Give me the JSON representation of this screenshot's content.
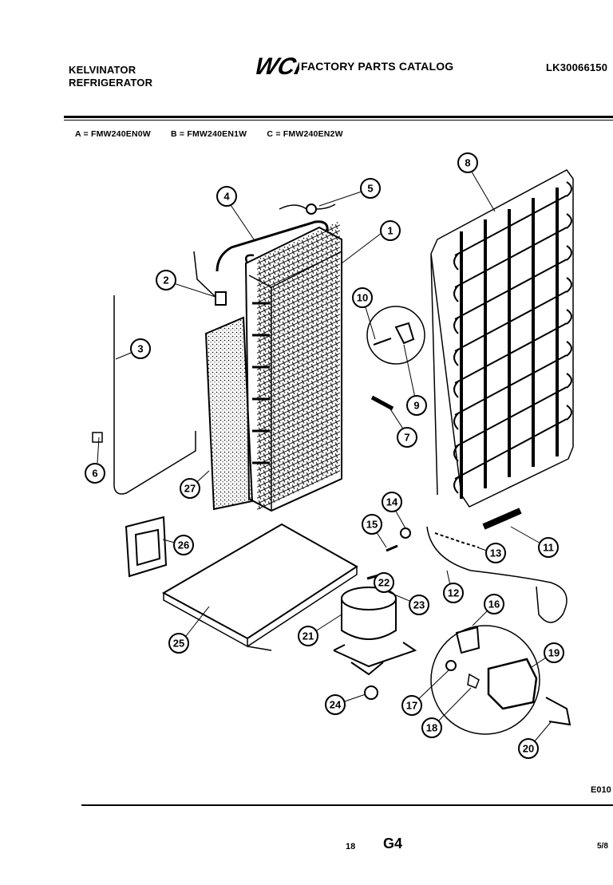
{
  "header": {
    "brand_line1": "KELVINATOR",
    "brand_line2": "REFRIGERATOR",
    "catalog_title": "FACTORY PARTS CATALOG",
    "part_number": "LK30066150",
    "logo_text": "WCI"
  },
  "variants": [
    {
      "label": "A = FMW240EN0W"
    },
    {
      "label": "B = FMW240EN1W"
    },
    {
      "label": "C = FMW240EN2W"
    }
  ],
  "callouts": [
    "1",
    "2",
    "3",
    "4",
    "5",
    "6",
    "7",
    "8",
    "9",
    "10",
    "11",
    "12",
    "13",
    "14",
    "15",
    "16",
    "17",
    "18",
    "19",
    "20",
    "21",
    "22",
    "23",
    "24",
    "25",
    "26",
    "27"
  ],
  "footer": {
    "diagram_code": "E010",
    "page_number": "18",
    "page_grid": "G4",
    "date": "5/8"
  }
}
